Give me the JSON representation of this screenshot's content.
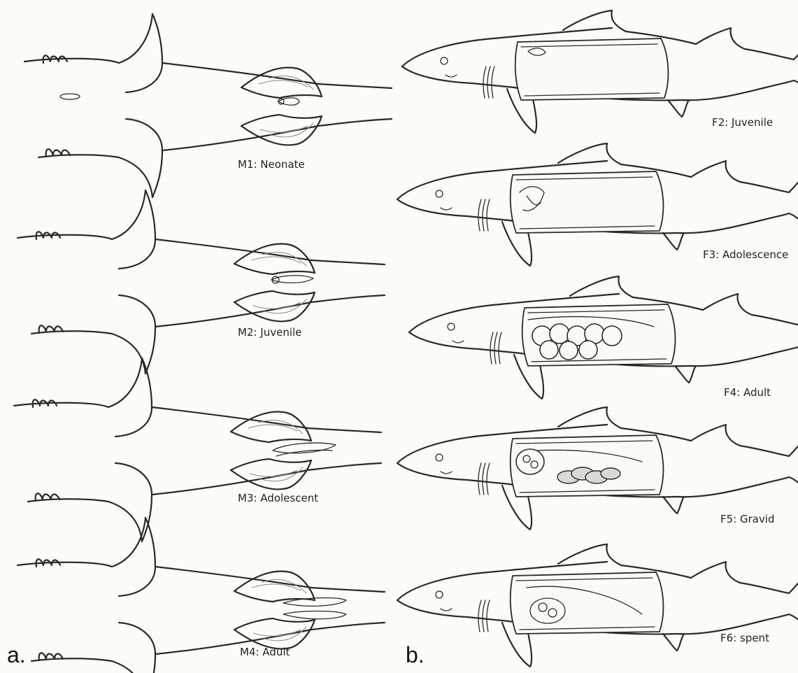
{
  "panels": {
    "a": {
      "letter": "a."
    },
    "b": {
      "letter": "b."
    }
  },
  "male_stages": [
    {
      "code": "M1",
      "label": "M1: Neonate"
    },
    {
      "code": "M2",
      "label": "M2: Juvenile"
    },
    {
      "code": "M3",
      "label": "M3: Adolescent"
    },
    {
      "code": "M4",
      "label": "M4: Adult"
    }
  ],
  "female_stages": [
    {
      "code": "F2",
      "label": "F2: Juvenile"
    },
    {
      "code": "F3",
      "label": "F3: Adolescence"
    },
    {
      "code": "F4",
      "label": "F4: Adult"
    },
    {
      "code": "F5",
      "label": "F5: Gravid"
    },
    {
      "code": "F6",
      "label": "F6: spent"
    }
  ]
}
